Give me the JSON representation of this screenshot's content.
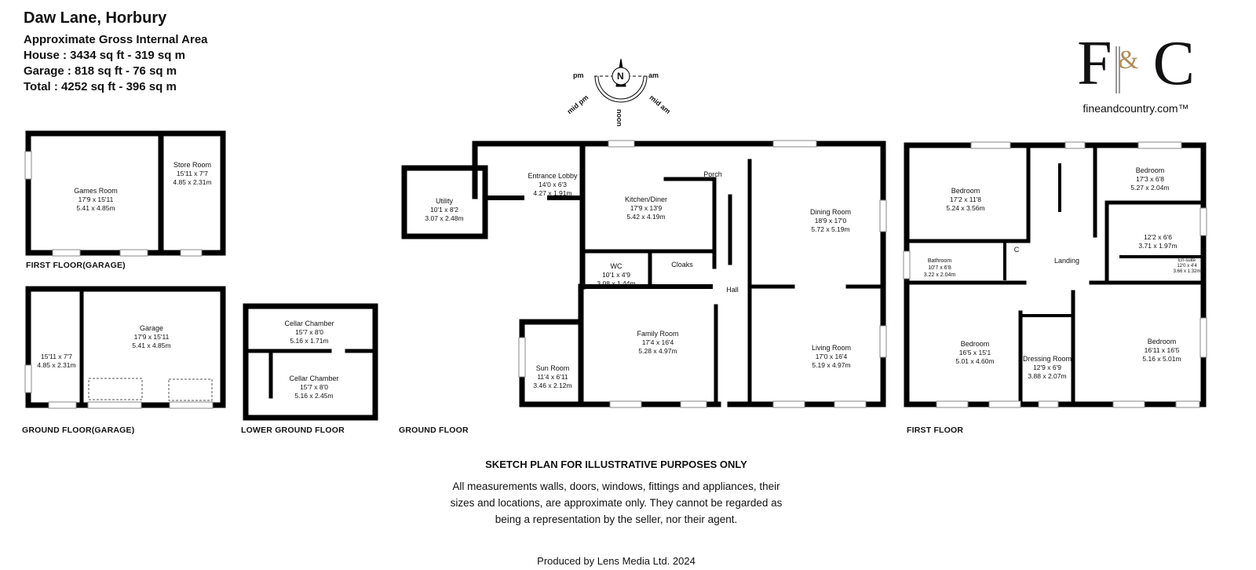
{
  "header": {
    "title": "Daw Lane, Horbury",
    "lines": [
      "Approximate Gross Internal Area",
      "House : 3434 sq ft - 319 sq m",
      "Garage : 818 sq ft - 76 sq m",
      "Total : 4252 sq ft - 396 sq m"
    ]
  },
  "logo": {
    "mark": "F&C",
    "url": "fineandcountry.com™"
  },
  "compass": {
    "north": "N",
    "pm": "pm",
    "am": "am",
    "mid_pm": "mid pm",
    "mid_am": "mid am",
    "noon": "noon"
  },
  "floors": {
    "garage_first": {
      "label": "FIRST FLOOR(GARAGE)",
      "rooms": [
        {
          "name": "Games Room",
          "imperial": "17'9 x 15'11",
          "metric": "5.41 x 4.85m"
        },
        {
          "name": "Store Room",
          "imperial": "15'11 x 7'7",
          "metric": "4.85 x 2.31m"
        }
      ]
    },
    "garage_ground": {
      "label": "GROUND FLOOR(GARAGE)",
      "rooms": [
        {
          "name": "Garage",
          "imperial": "17'9 x 15'11",
          "metric": "5.41 x 4.85m"
        },
        {
          "name": "",
          "imperial": "15'11 x 7'7",
          "metric": "4.85 x 2.31m"
        }
      ]
    },
    "lower_ground": {
      "label": "LOWER GROUND FLOOR",
      "rooms": [
        {
          "name": "Cellar Chamber",
          "imperial": "15'7 x 8'0",
          "metric": "5.16 x 1.71m"
        },
        {
          "name": "Cellar Chamber",
          "imperial": "15'7 x 8'0",
          "metric": "5.16 x 2.45m"
        }
      ]
    },
    "ground": {
      "label": "GROUND FLOOR",
      "rooms": [
        {
          "name": "Utility",
          "imperial": "10'1 x 8'2",
          "metric": "3.07 x 2.48m"
        },
        {
          "name": "Entrance Lobby",
          "imperial": "14'0 x 6'3",
          "metric": "4.27 x 1.91m"
        },
        {
          "name": "Kitchen/Diner",
          "imperial": "17'9 x 13'9",
          "metric": "5.42 x 4.19m"
        },
        {
          "name": "WC",
          "imperial": "10'1 x 4'9",
          "metric": "3.08 x 1.44m"
        },
        {
          "name": "Cloaks"
        },
        {
          "name": "Porch"
        },
        {
          "name": "Hall"
        },
        {
          "name": "Dining Room",
          "imperial": "18'9 x 17'0",
          "metric": "5.72 x 5.19m"
        },
        {
          "name": "Family Room",
          "imperial": "17'4 x 16'4",
          "metric": "5.28 x 4.97m"
        },
        {
          "name": "Sun Room",
          "imperial": "11'4 x 6'11",
          "metric": "3.46 x 2.12m"
        },
        {
          "name": "Living Room",
          "imperial": "17'0 x 16'4",
          "metric": "5.19 x 4.97m"
        }
      ]
    },
    "first": {
      "label": "FIRST FLOOR",
      "rooms": [
        {
          "name": "Bedroom",
          "imperial": "17'2 x 11'8",
          "metric": "5.24 x 3.56m"
        },
        {
          "name": "Bedroom",
          "imperial": "17'3 x 6'8",
          "metric": "5.27 x 2.04m"
        },
        {
          "name": "",
          "imperial": "12'2 x 6'6",
          "metric": "3.71 x 1.97m"
        },
        {
          "name": "Bathroom",
          "imperial": "10'7 x 6'8",
          "metric": "3.22 x 2.04m"
        },
        {
          "name": "C"
        },
        {
          "name": "Landing"
        },
        {
          "name": "En-suite",
          "imperial": "12'0 x 4'4",
          "metric": "3.66 x 1.32m"
        },
        {
          "name": "Bedroom",
          "imperial": "16'5 x 15'1",
          "metric": "5.01 x 4.60m"
        },
        {
          "name": "Dressing Room",
          "imperial": "12'9 x 6'9",
          "metric": "3.88 x 2.07m"
        },
        {
          "name": "Bedroom",
          "imperial": "16'11 x 16'5",
          "metric": "5.16 x 5.01m"
        }
      ]
    }
  },
  "footer": {
    "heading": "SKETCH PLAN FOR ILLUSTRATIVE PURPOSES ONLY",
    "lines": [
      "All measurements walls, doors, windows, fittings and appliances, their",
      "sizes and locations, are approximate only. They cannot be regarded as",
      "being a representation by the seller, nor their agent."
    ],
    "credit": "Produced by Lens Media Ltd. 2024"
  }
}
